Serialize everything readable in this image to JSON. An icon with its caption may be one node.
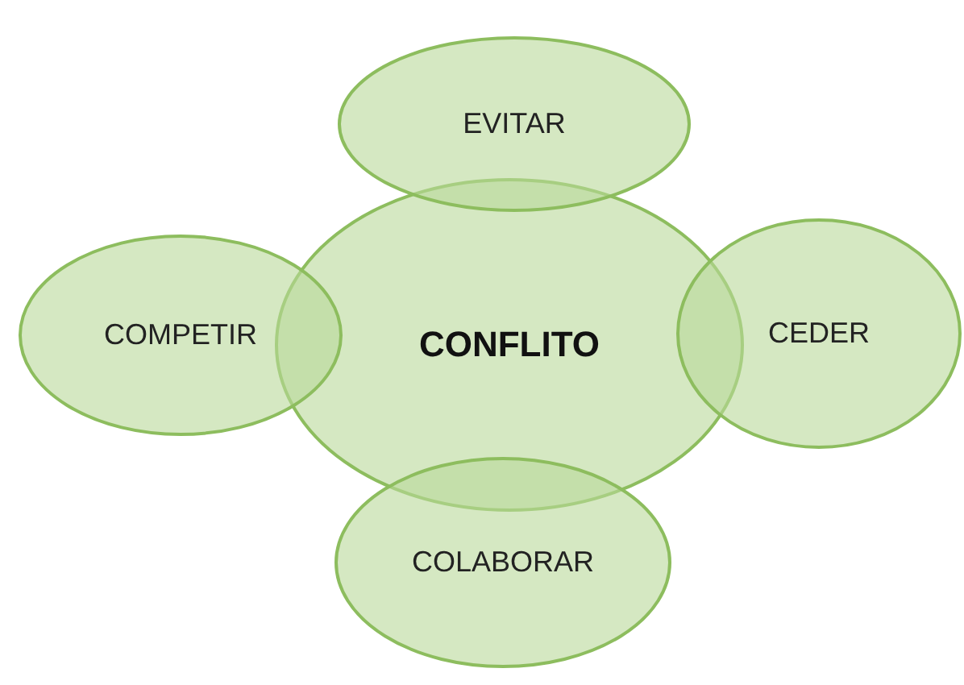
{
  "diagram": {
    "nodes": [
      {
        "text": [
          "EVITAR"
        ]
      },
      {
        "text": [
          "COMPETIR"
        ]
      },
      {
        "text": [
          "CONFLITO"
        ]
      },
      {
        "text": [
          "CEDER"
        ]
      },
      {
        "text": [
          "COLABORAR"
        ]
      }
    ]
  }
}
